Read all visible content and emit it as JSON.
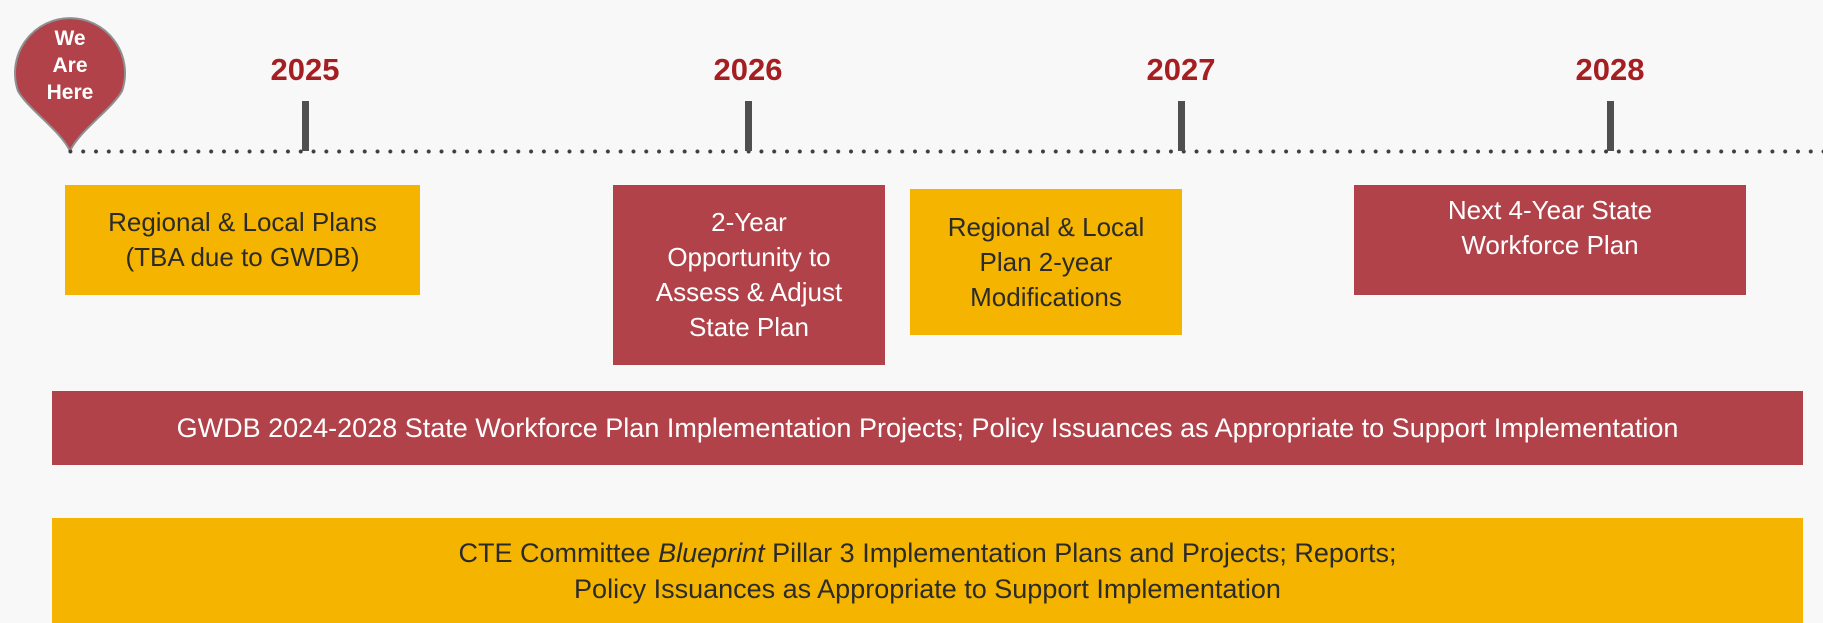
{
  "marker": {
    "lines": [
      "We",
      "Are",
      "Here"
    ],
    "color": "#b14249"
  },
  "timeline": {
    "years": [
      "2025",
      "2026",
      "2027",
      "2028"
    ],
    "year_color": "#a41e22"
  },
  "milestones": [
    {
      "lines": [
        "Regional & Local Plans",
        "(TBA due to GWDB)"
      ],
      "color": "#f4b400"
    },
    {
      "lines": [
        "2-Year",
        "Opportunity to",
        "Assess & Adjust",
        "State Plan"
      ],
      "color": "#b14249"
    },
    {
      "lines": [
        "Regional & Local",
        "Plan 2-year",
        "Modifications"
      ],
      "color": "#f4b400"
    },
    {
      "lines": [
        "Next 4-Year State",
        "Workforce Plan"
      ],
      "color": "#b14249"
    }
  ],
  "bands": {
    "gwdb": {
      "text": "GWDB 2024-2028 State Workforce Plan Implementation Projects; Policy Issuances as Appropriate to Support Implementation",
      "color": "#b14249"
    },
    "cte": {
      "line1_before": "CTE Committee ",
      "line1_italic": "Blueprint",
      "line1_after": " Pillar 3 Implementation Plans and Projects; Reports;",
      "line2": "Policy Issuances as Appropriate to Support Implementation",
      "color": "#f4b400"
    }
  }
}
